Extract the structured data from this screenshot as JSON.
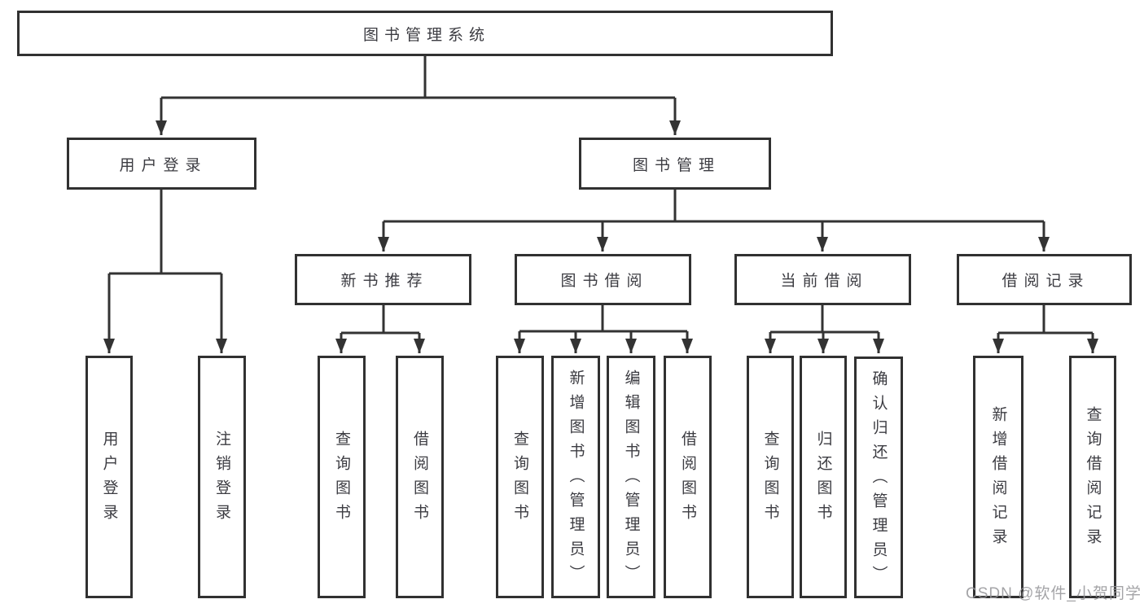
{
  "tree": {
    "root": {
      "label": "图书管理系统"
    },
    "children": [
      {
        "label": "用户登录",
        "children": [
          {
            "label": "用户登录"
          },
          {
            "label": "注销登录"
          }
        ]
      },
      {
        "label": "图书管理",
        "children": [
          {
            "label": "新书推荐",
            "children": [
              {
                "label": "查询图书"
              },
              {
                "label": "借阅图书"
              }
            ]
          },
          {
            "label": "图书借阅",
            "children": [
              {
                "label": "查询图书"
              },
              {
                "label": "新增图书（管理员）"
              },
              {
                "label": "编辑图书（管理员）"
              },
              {
                "label": "借阅图书"
              }
            ]
          },
          {
            "label": "当前借阅",
            "children": [
              {
                "label": "查询图书"
              },
              {
                "label": "归还图书"
              },
              {
                "label": "确认归还（管理员）"
              }
            ]
          },
          {
            "label": "借阅记录",
            "children": [
              {
                "label": "新增借阅记录"
              },
              {
                "label": "查询借阅记录"
              }
            ]
          }
        ]
      }
    ]
  },
  "watermark": {
    "text": "CSDN @软件_小贺同学"
  },
  "colors": {
    "line": "#333333",
    "node_border": "#313131",
    "node_text": "#3c3c42",
    "background": "#ffffff",
    "watermark": "#94949880"
  }
}
